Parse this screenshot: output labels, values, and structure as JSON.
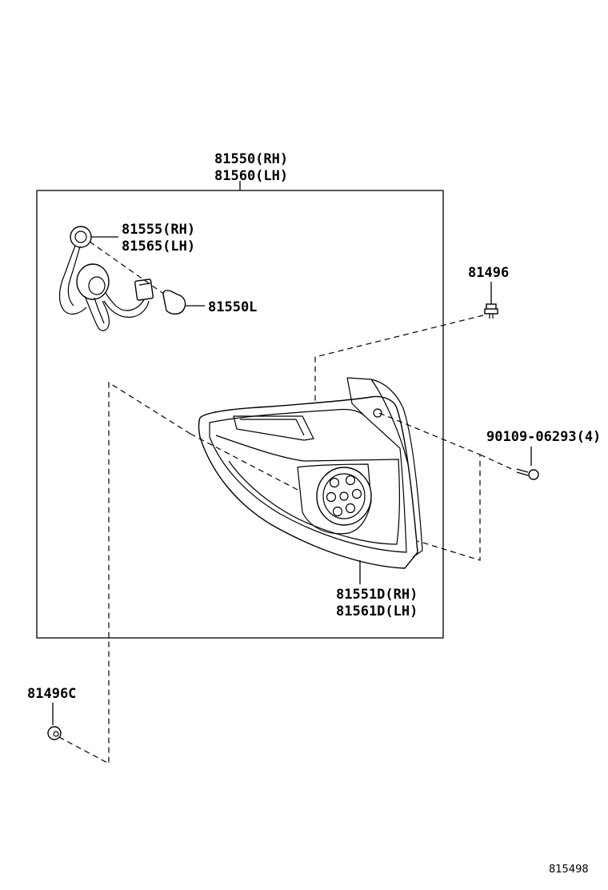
{
  "labels": {
    "assembly_rh": "81550(RH)",
    "assembly_lh": "81560(LH)",
    "socket_rh": "81555(RH)",
    "socket_lh": "81565(LH)",
    "bulb": "81550L",
    "clip_top": "81496",
    "screw": "90109-06293(4)",
    "lens_rh": "81551D(RH)",
    "lens_lh": "81561D(LH)",
    "clip_bottom": "81496C",
    "ref_number": "815498"
  }
}
